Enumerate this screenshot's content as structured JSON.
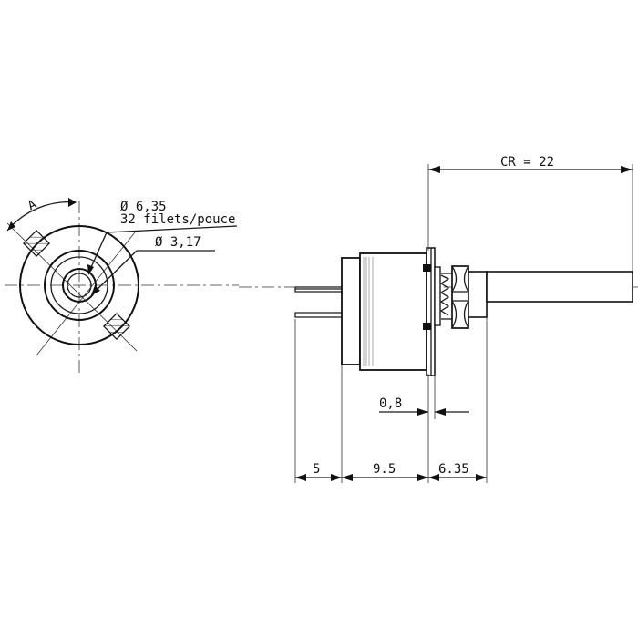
{
  "labels": {
    "angle": "A",
    "thread_dia": "Ø 6,35",
    "thread_pitch": "32 filets/pouce",
    "shaft_dia": "Ø 3,17",
    "travel": "CR = 22",
    "washer": "0,8",
    "pins": "5",
    "body": "9.5",
    "bushing": "6.35"
  }
}
